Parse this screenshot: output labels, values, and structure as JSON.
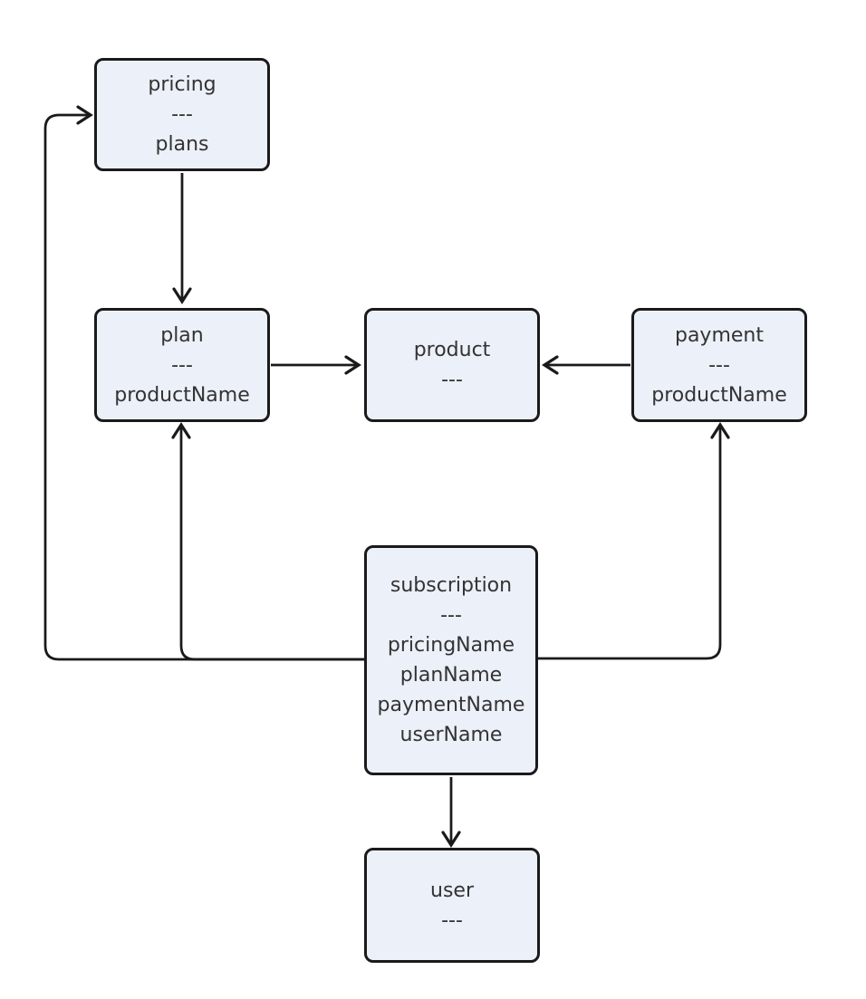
{
  "diagram": {
    "type": "flowchart",
    "colors": {
      "background": "#ffffff",
      "node_fill": "#ecf0f9",
      "node_border": "#1a1a1a",
      "line_color": "#1a1a1a",
      "text_color": "#333333"
    },
    "nodes": {
      "pricing": {
        "lines": [
          "pricing",
          "---",
          "plans"
        ]
      },
      "plan": {
        "lines": [
          "plan",
          "---",
          "productName"
        ]
      },
      "product": {
        "lines": [
          "product",
          "---"
        ]
      },
      "payment": {
        "lines": [
          "payment",
          "---",
          "productName"
        ]
      },
      "subscription": {
        "lines": [
          "subscription",
          "---",
          "pricingName",
          "planName",
          "paymentName",
          "userName"
        ]
      },
      "user": {
        "lines": [
          "user",
          "---"
        ]
      }
    },
    "edges": [
      {
        "from": "pricing",
        "to": "plan"
      },
      {
        "from": "plan",
        "to": "product"
      },
      {
        "from": "payment",
        "to": "product"
      },
      {
        "from": "subscription",
        "to": "pricing"
      },
      {
        "from": "subscription",
        "to": "plan"
      },
      {
        "from": "subscription",
        "to": "payment"
      },
      {
        "from": "subscription",
        "to": "user"
      }
    ]
  }
}
